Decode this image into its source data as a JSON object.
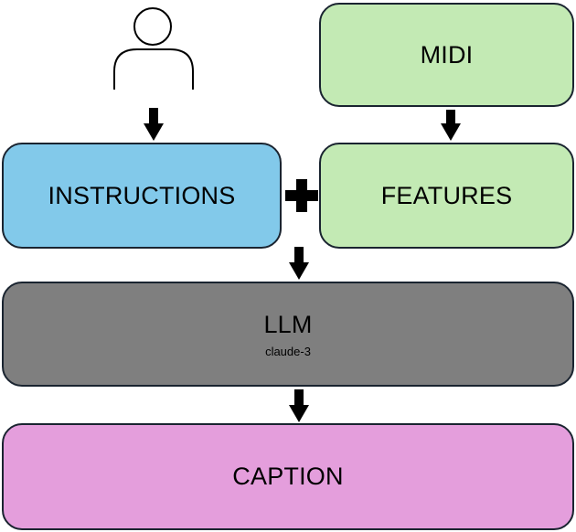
{
  "diagram": {
    "nodes": {
      "user": {
        "icon": "person-icon"
      },
      "midi": {
        "label": "MIDI",
        "color": "#c3eab4"
      },
      "instructions": {
        "label": "INSTRUCTIONS",
        "color": "#82c9ea"
      },
      "features": {
        "label": "FEATURES",
        "color": "#c3eab4"
      },
      "llm": {
        "label": "LLM",
        "sublabel": "claude-3",
        "color": "#7f7f7f"
      },
      "caption": {
        "label": "CAPTION",
        "color": "#e49edc"
      }
    },
    "connectors": {
      "plus": {
        "icon": "plus-icon"
      },
      "arrow_color": "#000000"
    }
  }
}
